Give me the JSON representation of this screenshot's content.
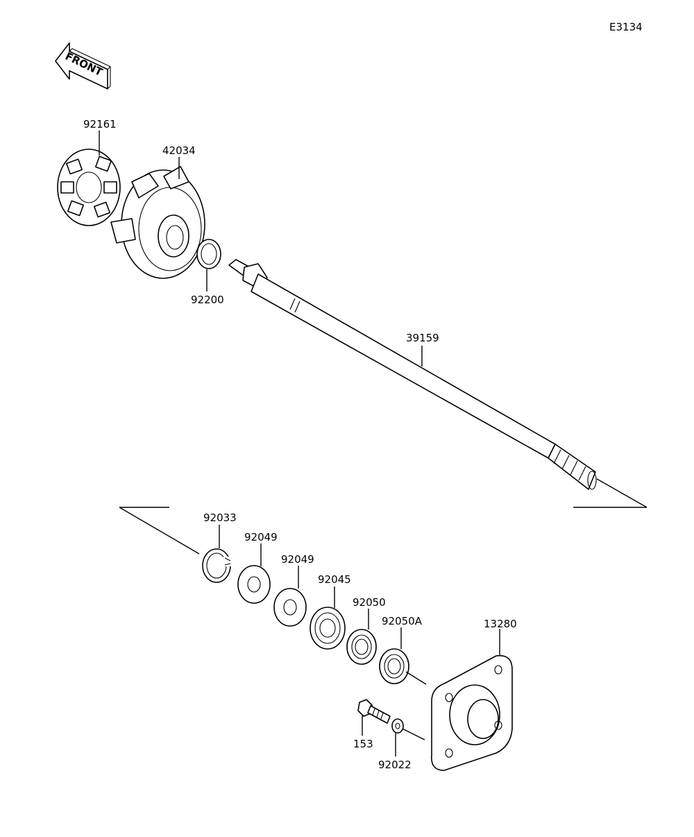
{
  "diagram_code": "E3134",
  "front_label": "FRONT",
  "parts": {
    "p92161": "92161",
    "p42034": "42034",
    "p92200": "92200",
    "p39159": "39159",
    "p92033": "92033",
    "p92049a": "92049",
    "p92049b": "92049",
    "p92045": "92045",
    "p92050": "92050",
    "p92050A": "92050A",
    "p13280": "13280",
    "p153": "153",
    "p92022": "92022"
  }
}
